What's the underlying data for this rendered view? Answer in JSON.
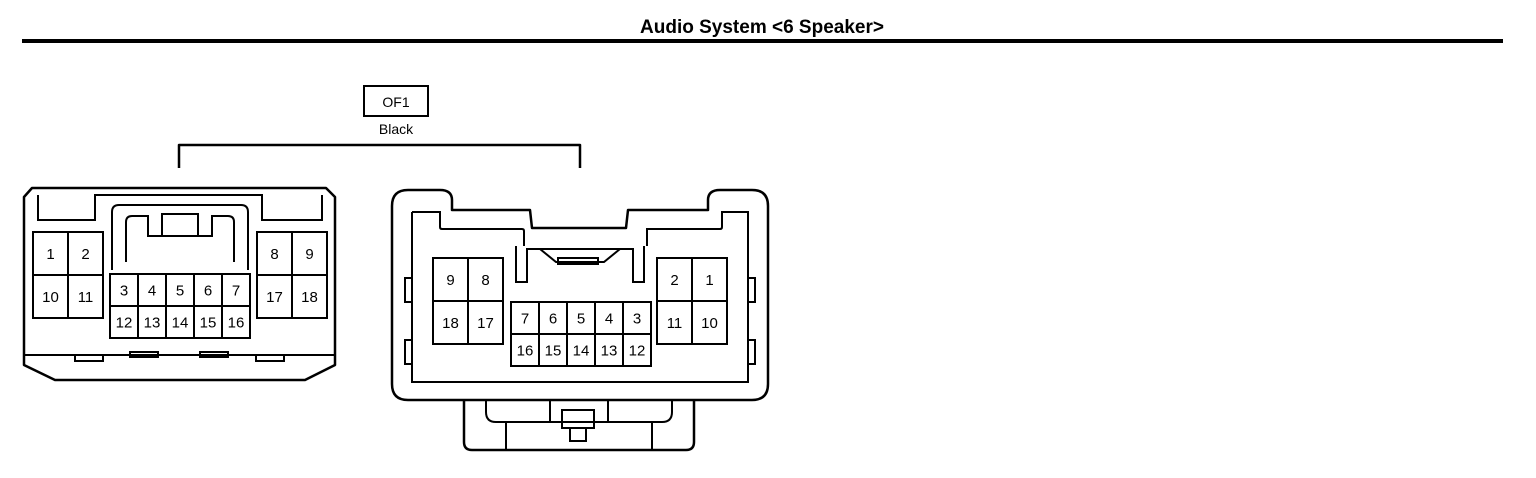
{
  "page_title": "Audio System <6 Speaker>",
  "connector": {
    "code": "OF1",
    "color": "Black"
  },
  "left_connector": {
    "rows": [
      [
        "1",
        "2"
      ],
      [
        "10",
        "11"
      ],
      [
        "3",
        "4",
        "5",
        "6",
        "7"
      ],
      [
        "12",
        "13",
        "14",
        "15",
        "16"
      ],
      [
        "8",
        "9"
      ],
      [
        "17",
        "18"
      ]
    ]
  },
  "right_connector": {
    "rows": [
      [
        "9",
        "8"
      ],
      [
        "18",
        "17"
      ],
      [
        "7",
        "6",
        "5",
        "4",
        "3"
      ],
      [
        "16",
        "15",
        "14",
        "13",
        "12"
      ],
      [
        "2",
        "1"
      ],
      [
        "11",
        "10"
      ]
    ]
  }
}
